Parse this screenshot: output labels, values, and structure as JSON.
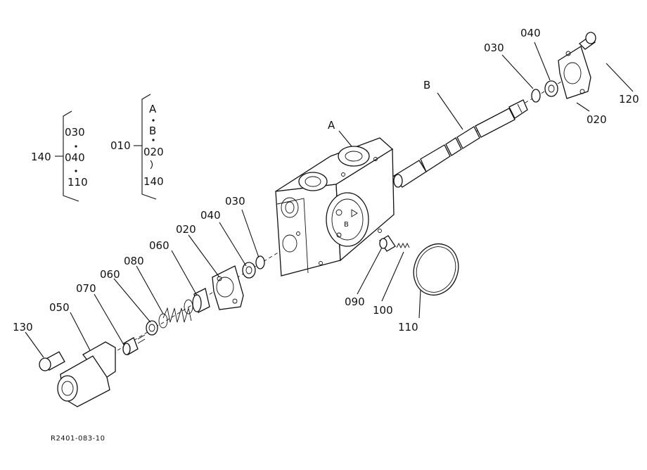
{
  "part_labels": {
    "p120": "120",
    "p040_top": "040",
    "p030_top": "030",
    "p020_top": "020",
    "pB_top": "B",
    "pA": "A",
    "p090": "090",
    "p100": "100",
    "p110": "110",
    "p030_mid": "030",
    "p040_mid": "040",
    "p020_mid": "020",
    "p060_a": "060",
    "p080": "080",
    "p060_b": "060",
    "p070": "070",
    "p050": "050",
    "p130": "130"
  },
  "group_140": {
    "label": "140",
    "items": [
      "030",
      "040",
      "110"
    ]
  },
  "group_010": {
    "label": "010",
    "items": [
      "A",
      "B",
      "020",
      "140"
    ]
  },
  "reference_code": "R2401-083-10"
}
